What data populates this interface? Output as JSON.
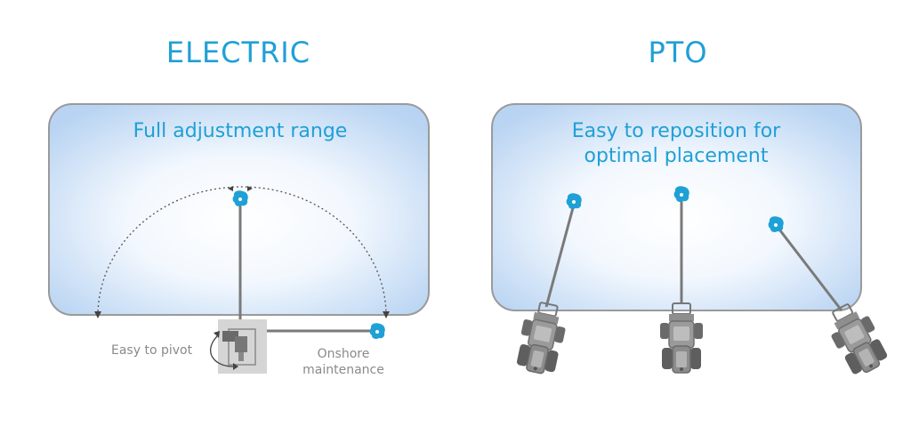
{
  "electric": {
    "title": "ELECTRIC",
    "headline": "Full adjustment range",
    "pivot_label": "Easy to pivot",
    "maintenance_label_line1": "Onshore",
    "maintenance_label_line2": "maintenance"
  },
  "pto": {
    "title": "PTO",
    "headline_line1": "Easy to reposition for",
    "headline_line2": "optimal placement"
  },
  "colors": {
    "accent": "#1fa0d6",
    "pond_edge": "#9a9a9a",
    "pond_fill_center": "#ffffff",
    "pond_fill_edge": "#bcd6f3",
    "arm": "#7a7a7a",
    "machine": "#6f6f6f",
    "caption": "#8a8a8a"
  },
  "icons": {
    "aerator_head": "aerator-icon",
    "tractor": "tractor-icon",
    "pivot_base": "pivot-unit-icon"
  }
}
